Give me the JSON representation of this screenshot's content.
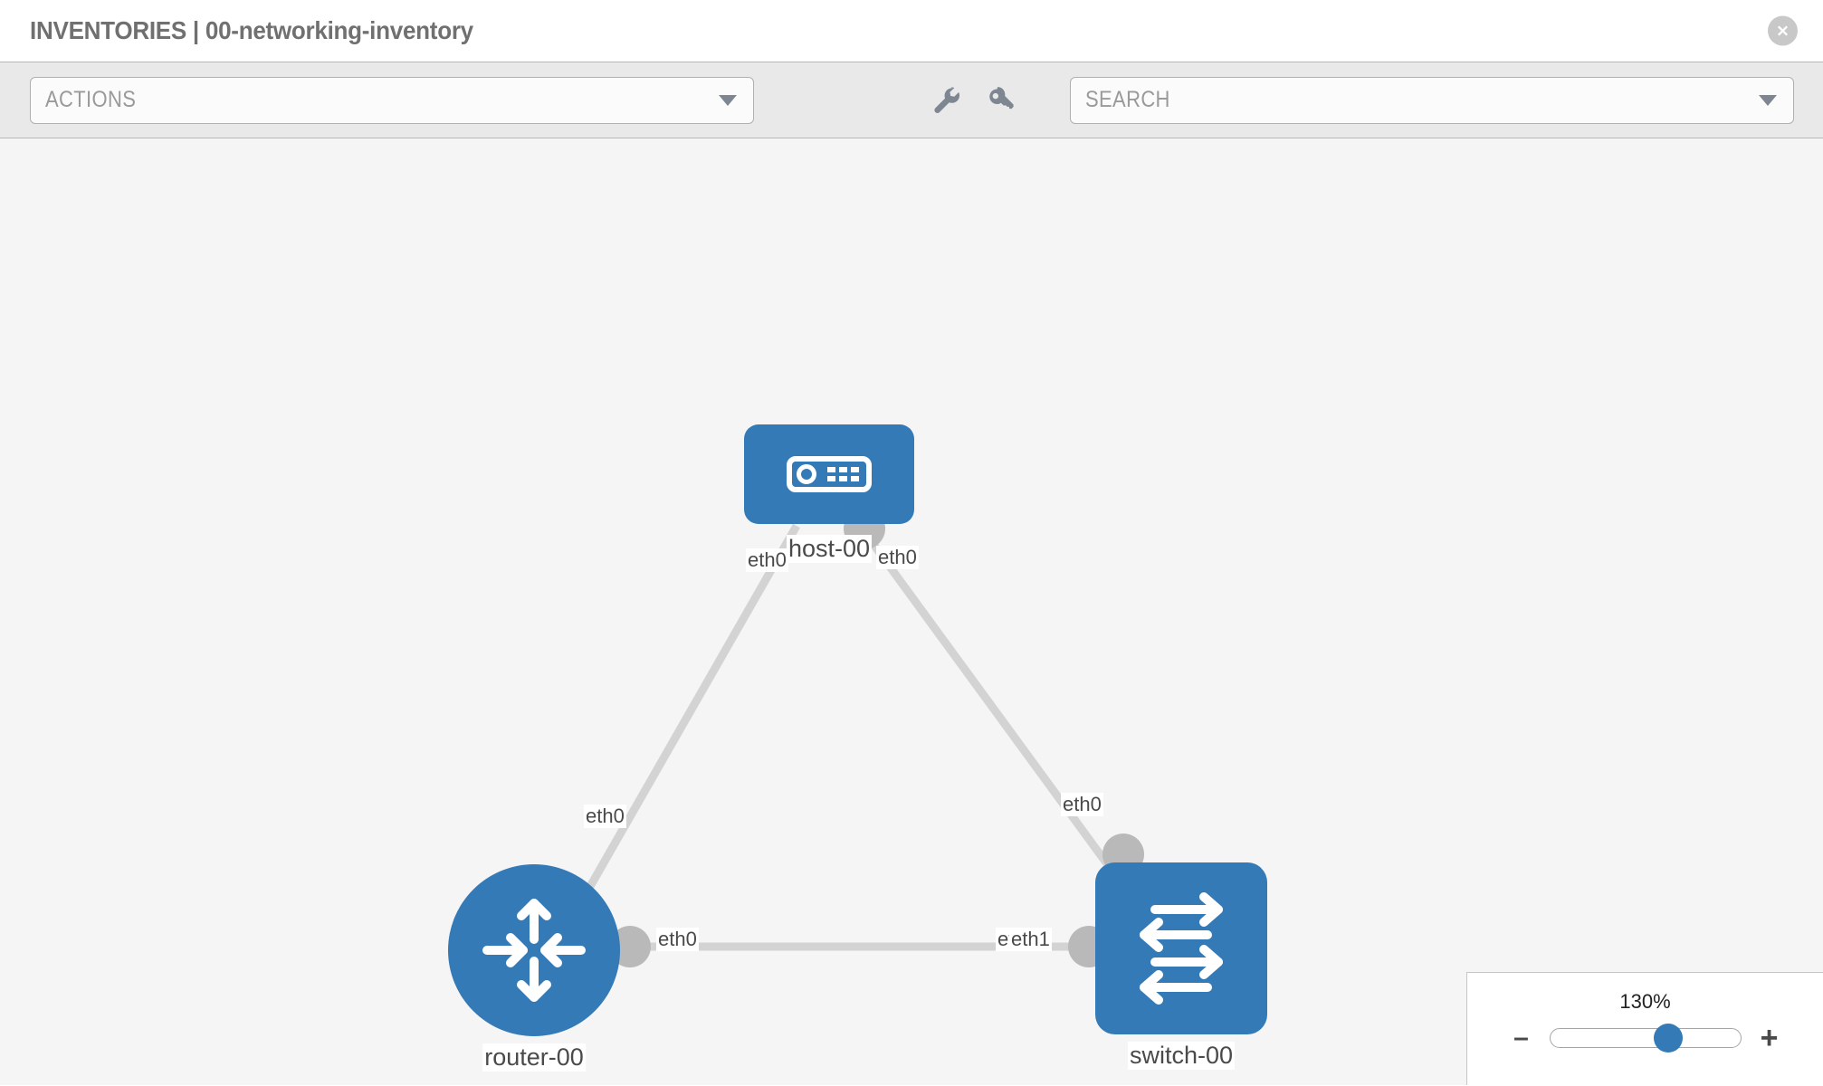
{
  "header": {
    "title": "INVENTORIES | 00-networking-inventory",
    "close_icon": "close-circle-icon"
  },
  "toolbar": {
    "actions_label": "ACTIONS",
    "search_placeholder": "SEARCH",
    "wrench_icon": "wrench-icon",
    "key_icon": "key-icon",
    "caret_icon": "chevron-down-icon"
  },
  "topology": {
    "nodes": [
      {
        "id": "host-00",
        "label": "host-00",
        "type": "host",
        "icon": "server-icon",
        "color": "#337ab7"
      },
      {
        "id": "router-00",
        "label": "router-00",
        "type": "router",
        "icon": "router-arrows-icon",
        "color": "#337ab7"
      },
      {
        "id": "switch-00",
        "label": "switch-00",
        "type": "switch",
        "icon": "switch-arrows-icon",
        "color": "#337ab7"
      }
    ],
    "links": [
      {
        "from": "host-00",
        "from_port": "eth0",
        "to": "router-00",
        "to_port": "eth0"
      },
      {
        "from": "host-00",
        "from_port": "eth0",
        "to": "switch-00",
        "to_port": "eth0"
      },
      {
        "from": "router-00",
        "from_port": "eth0",
        "to": "switch-00",
        "to_port": "eth1"
      }
    ],
    "edge_labels": {
      "host_left": "eth0",
      "host_right": "eth0",
      "router_top": "eth0",
      "switch_top": "eth0",
      "router_right": "eth0",
      "switch_left_a": "eth",
      "switch_left_b": "eth1"
    },
    "edge_color": "#d3d3d3",
    "port_color": "#b9b9b9",
    "background": "#f5f5f5"
  },
  "zoom_control": {
    "value": "130%",
    "minus_label": "–",
    "plus_label": "+",
    "slider_percent": 62
  }
}
